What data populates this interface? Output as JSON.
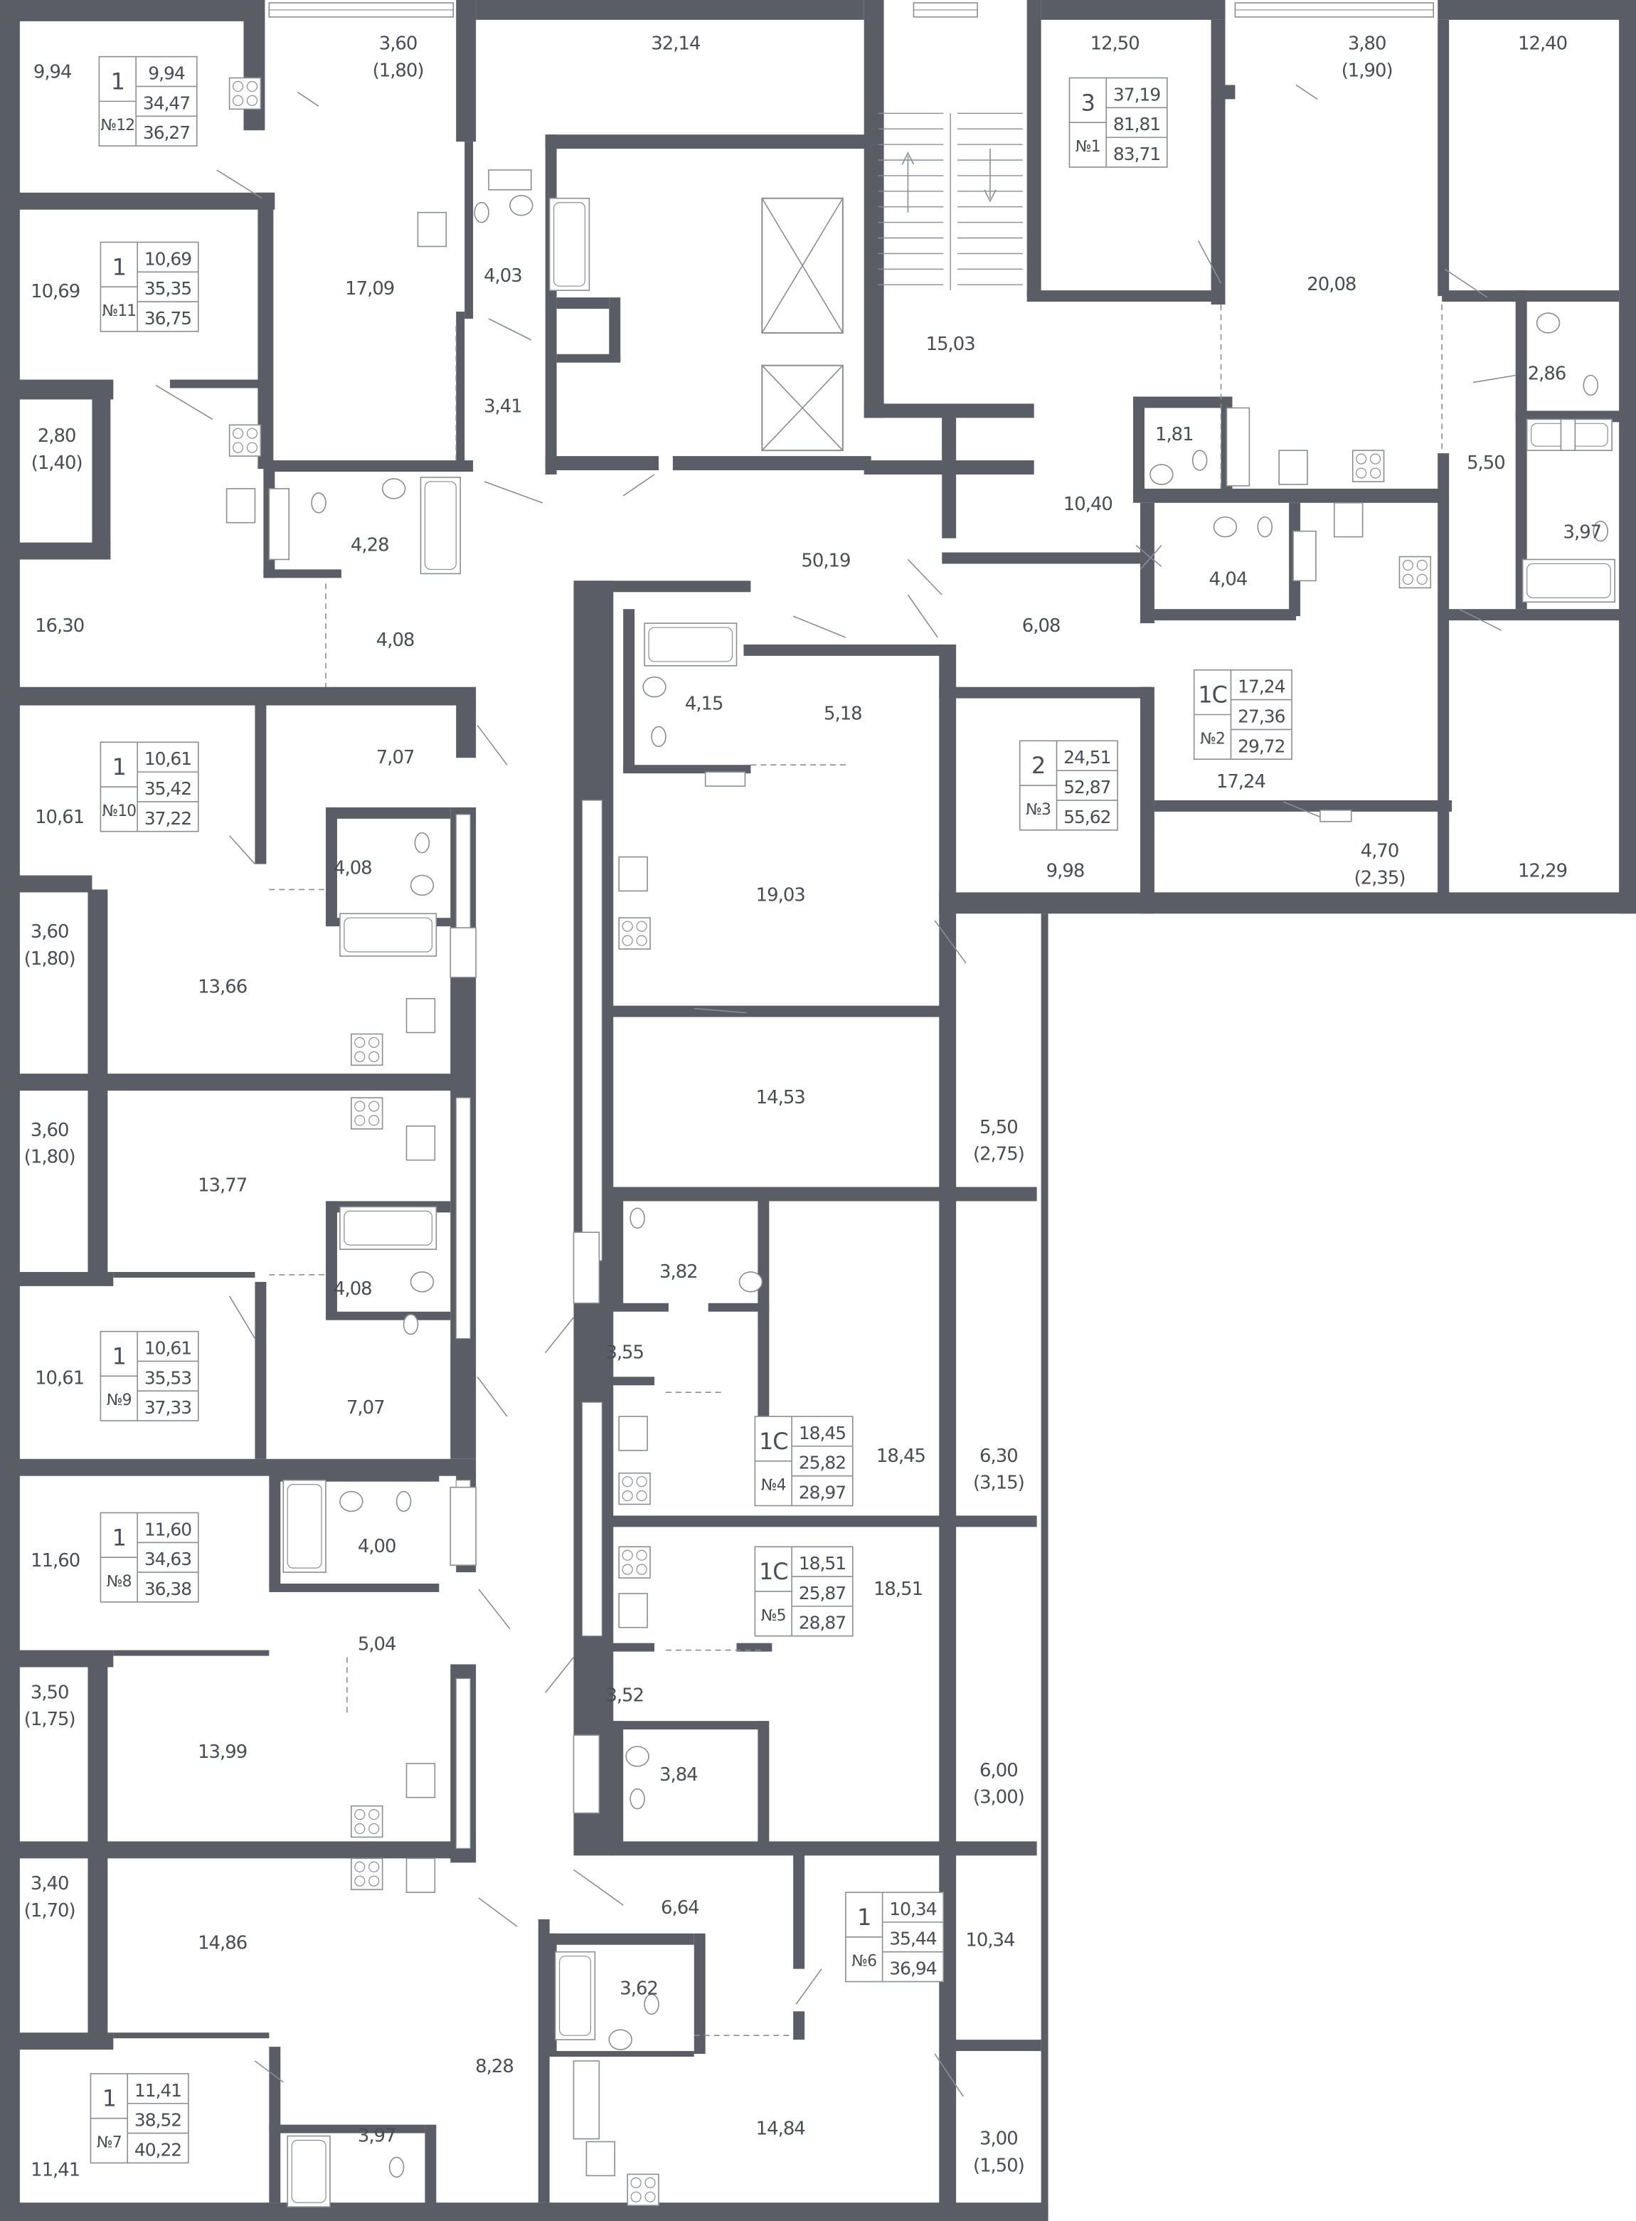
{
  "colors": {
    "wall": "#5a5d66",
    "fixture_line": "#8a8d94",
    "text": "#4a4d55",
    "background": "#ffffff"
  },
  "icons": [
    "window-icon",
    "door-swing-icon",
    "bathtub-icon",
    "toilet-icon",
    "sink-icon",
    "stove-icon",
    "elevator-icon",
    "stair-up-arrow-icon",
    "stair-down-arrow-icon"
  ],
  "apartments": [
    {
      "number": "№12",
      "rooms": "1",
      "living_area": "9,94",
      "total_area": "34,47",
      "total_area_with_balcony": "36,27"
    },
    {
      "number": "№11",
      "rooms": "1",
      "living_area": "10,69",
      "total_area": "35,35",
      "total_area_with_balcony": "36,75"
    },
    {
      "number": "№1",
      "rooms": "3",
      "living_area": "37,19",
      "total_area": "81,81",
      "total_area_with_balcony": "83,71"
    },
    {
      "number": "№10",
      "rooms": "1",
      "living_area": "10,61",
      "total_area": "35,42",
      "total_area_with_balcony": "37,22"
    },
    {
      "number": "№2",
      "rooms": "1С",
      "living_area": "17,24",
      "total_area": "27,36",
      "total_area_with_balcony": "29,72"
    },
    {
      "number": "№3",
      "rooms": "2",
      "living_area": "24,51",
      "total_area": "52,87",
      "total_area_with_balcony": "55,62"
    },
    {
      "number": "№9",
      "rooms": "1",
      "living_area": "10,61",
      "total_area": "35,53",
      "total_area_with_balcony": "37,33"
    },
    {
      "number": "№4",
      "rooms": "1С",
      "living_area": "18,45",
      "total_area": "25,82",
      "total_area_with_balcony": "28,97"
    },
    {
      "number": "№8",
      "rooms": "1",
      "living_area": "11,60",
      "total_area": "34,63",
      "total_area_with_balcony": "36,38"
    },
    {
      "number": "№5",
      "rooms": "1С",
      "living_area": "18,51",
      "total_area": "25,87",
      "total_area_with_balcony": "28,87"
    },
    {
      "number": "№6",
      "rooms": "1",
      "living_area": "10,34",
      "total_area": "35,44",
      "total_area_with_balcony": "36,94"
    },
    {
      "number": "№7",
      "rooms": "1",
      "living_area": "11,41",
      "total_area": "38,52",
      "total_area_with_balcony": "40,22"
    }
  ],
  "rooms": [
    {
      "area": "9,94"
    },
    {
      "area": "3,60",
      "reduced": "(1,80)"
    },
    {
      "area": "32,14"
    },
    {
      "area": "12,50"
    },
    {
      "area": "3,80",
      "reduced": "(1,90)"
    },
    {
      "area": "12,40"
    },
    {
      "area": "10,69"
    },
    {
      "area": "17,09"
    },
    {
      "area": "4,03"
    },
    {
      "area": "3,41"
    },
    {
      "area": "15,03"
    },
    {
      "area": "20,08"
    },
    {
      "area": "2,86"
    },
    {
      "area": "2,80",
      "reduced": "(1,40)"
    },
    {
      "area": "1,81"
    },
    {
      "area": "5,50"
    },
    {
      "area": "4,28"
    },
    {
      "area": "50,19"
    },
    {
      "area": "10,40"
    },
    {
      "area": "4,04"
    },
    {
      "area": "3,97"
    },
    {
      "area": "16,30"
    },
    {
      "area": "4,08"
    },
    {
      "area": "6,08"
    },
    {
      "area": "4,15"
    },
    {
      "area": "5,18"
    },
    {
      "area": "10,61"
    },
    {
      "area": "7,07"
    },
    {
      "area": "17,24"
    },
    {
      "area": "9,98"
    },
    {
      "area": "4,70",
      "reduced": "(2,35)"
    },
    {
      "area": "12,29"
    },
    {
      "area": "4,08"
    },
    {
      "area": "19,03"
    },
    {
      "area": "3,60",
      "reduced": "(1,80)"
    },
    {
      "area": "13,66"
    },
    {
      "area": "14,53"
    },
    {
      "area": "5,50",
      "reduced": "(2,75)"
    },
    {
      "area": "3,60",
      "reduced": "(1,80)"
    },
    {
      "area": "13,77"
    },
    {
      "area": "3,82"
    },
    {
      "area": "4,08"
    },
    {
      "area": "3,55"
    },
    {
      "area": "10,61"
    },
    {
      "area": "7,07"
    },
    {
      "area": "18,45"
    },
    {
      "area": "6,30",
      "reduced": "(3,15)"
    },
    {
      "area": "4,00"
    },
    {
      "area": "11,60"
    },
    {
      "area": "18,51"
    },
    {
      "area": "5,04"
    },
    {
      "area": "3,52"
    },
    {
      "area": "3,50",
      "reduced": "(1,75)"
    },
    {
      "area": "13,99"
    },
    {
      "area": "3,84"
    },
    {
      "area": "6,00",
      "reduced": "(3,00)"
    },
    {
      "area": "3,40",
      "reduced": "(1,70)"
    },
    {
      "area": "6,64"
    },
    {
      "area": "14,86"
    },
    {
      "area": "10,34"
    },
    {
      "area": "3,62"
    },
    {
      "area": "8,28"
    },
    {
      "area": "11,41"
    },
    {
      "area": "3,97"
    },
    {
      "area": "14,84"
    },
    {
      "area": "3,00",
      "reduced": "(1,50)"
    }
  ]
}
